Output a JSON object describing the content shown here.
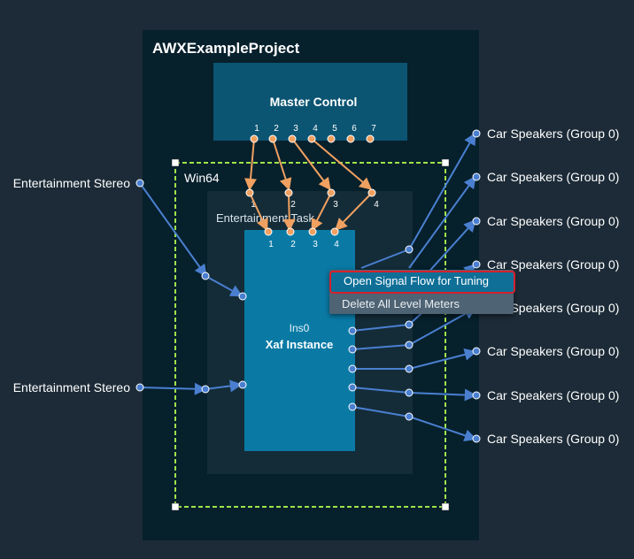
{
  "project": {
    "title": "AWXExampleProject"
  },
  "master_control": {
    "title": "Master Control",
    "pin_labels": [
      "1",
      "2",
      "3",
      "4",
      "5",
      "6",
      "7"
    ]
  },
  "platform": {
    "title": "Win64"
  },
  "task": {
    "title": "Entertainment Task",
    "inner_pin_labels": [
      "1",
      "2",
      "3",
      "4"
    ]
  },
  "instance": {
    "name": "Ins0",
    "type": "Xaf Instance",
    "input_pin_labels": [
      "1",
      "2",
      "3",
      "4"
    ]
  },
  "inputs": [
    {
      "label": "Entertainment Stereo"
    },
    {
      "label": "Entertainment Stereo"
    }
  ],
  "outputs": [
    {
      "label": "Car Speakers (Group 0)"
    },
    {
      "label": "Car Speakers (Group 0)"
    },
    {
      "label": "Car Speakers (Group 0)"
    },
    {
      "label": "Car Speakers (Group 0)"
    },
    {
      "label": "Car Speakers (Group 0)"
    },
    {
      "label": "Car Speakers (Group 0)"
    },
    {
      "label": "Car Speakers (Group 0)"
    },
    {
      "label": "Car Speakers (Group 0)"
    }
  ],
  "context_menu": {
    "items": [
      {
        "label": "Open Signal Flow for Tuning",
        "highlighted": true
      },
      {
        "label": "Delete All Level Meters",
        "highlighted": false
      }
    ]
  },
  "colors": {
    "background": "#1c2b37",
    "project_panel": "#06202c",
    "master_panel": "#0b5472",
    "task_panel": "#142c38",
    "instance_block": "#0a7aa5",
    "signal_line": "#4a7fd0",
    "control_line": "#f0a060",
    "selection_dash": "#9ee34a",
    "menu_highlight_border": "#d6202c"
  }
}
